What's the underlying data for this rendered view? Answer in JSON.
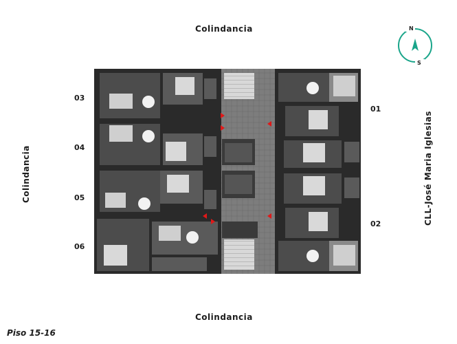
{
  "labels": {
    "top": "Colindancia",
    "bottom": "Colindancia",
    "left": "Colindancia",
    "right": "CLL-José Maria Iglesias",
    "floor": "Piso 15-16"
  },
  "units": {
    "left": [
      "03",
      "04",
      "05",
      "06"
    ],
    "right": [
      "01",
      "02"
    ]
  },
  "compass": {
    "north": "N",
    "south": "S",
    "accent_color": "#1aa58a"
  },
  "colors": {
    "plan_dark": "#2b2b2b",
    "plan_floor": "#5a5a5a",
    "circulation": "#8a8a8a",
    "marker": "#e01818"
  }
}
